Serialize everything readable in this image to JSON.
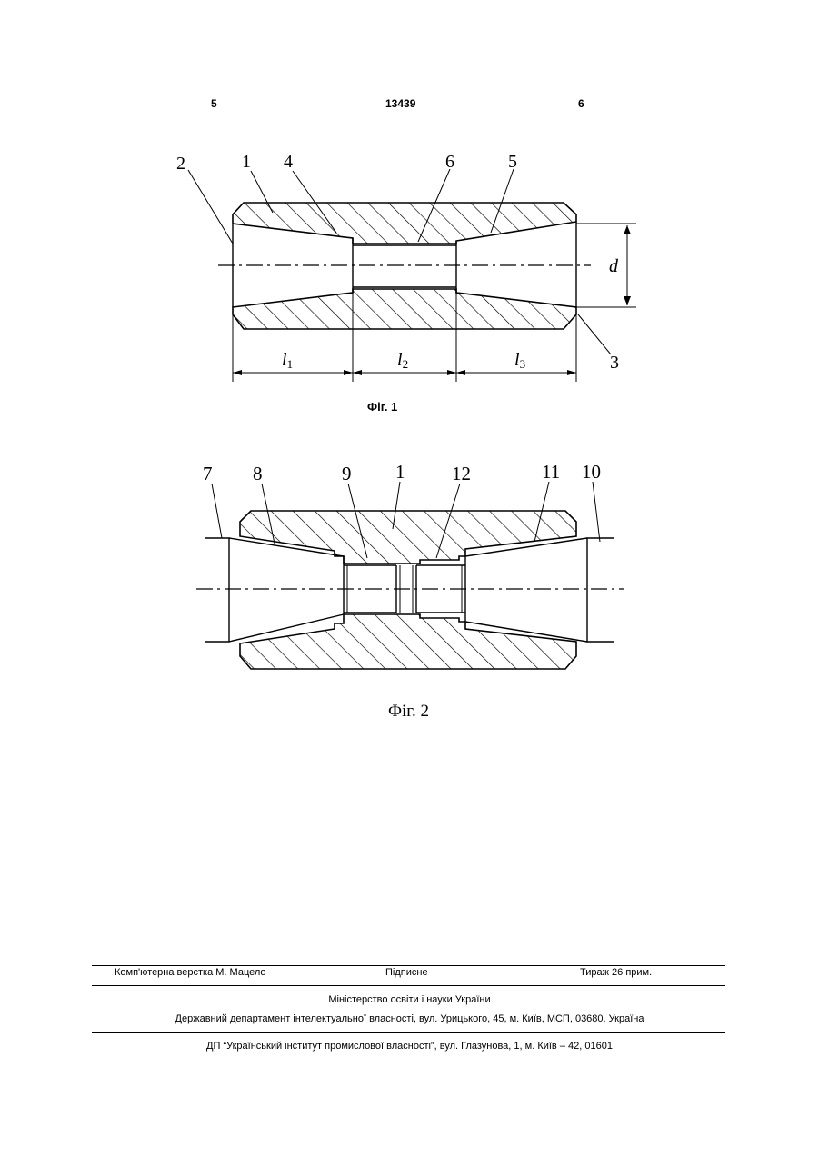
{
  "header": {
    "left_page": "5",
    "patent_number": "13439",
    "right_page": "6"
  },
  "figure1": {
    "caption": "Фіг. 1",
    "labels": {
      "n2": "2",
      "n1": "1",
      "n4": "4",
      "n6": "6",
      "n5": "5",
      "n3": "3",
      "d": "d"
    },
    "dims": {
      "l1": "l",
      "l1_sub": "1",
      "l2": "l",
      "l2_sub": "2",
      "l3": "l",
      "l3_sub": "3"
    }
  },
  "figure2": {
    "caption": "Фіг. 2",
    "labels": {
      "n7": "7",
      "n8": "8",
      "n9": "9",
      "n1": "1",
      "n12": "12",
      "n11": "11",
      "n10": "10"
    }
  },
  "footer": {
    "layout": "Комп'ютерна верстка М. Мацело",
    "signed": "Підписне",
    "print_run": "Тираж 26 прим.",
    "ministry": "Міністерство освіти і науки України",
    "department": "Державний департамент інтелектуальної власності, вул. Урицького, 45, м. Київ, МСП, 03680, Україна",
    "institute": "ДП “Український інститут промислової власності”, вул. Глазунова, 1, м. Київ – 42, 01601"
  }
}
